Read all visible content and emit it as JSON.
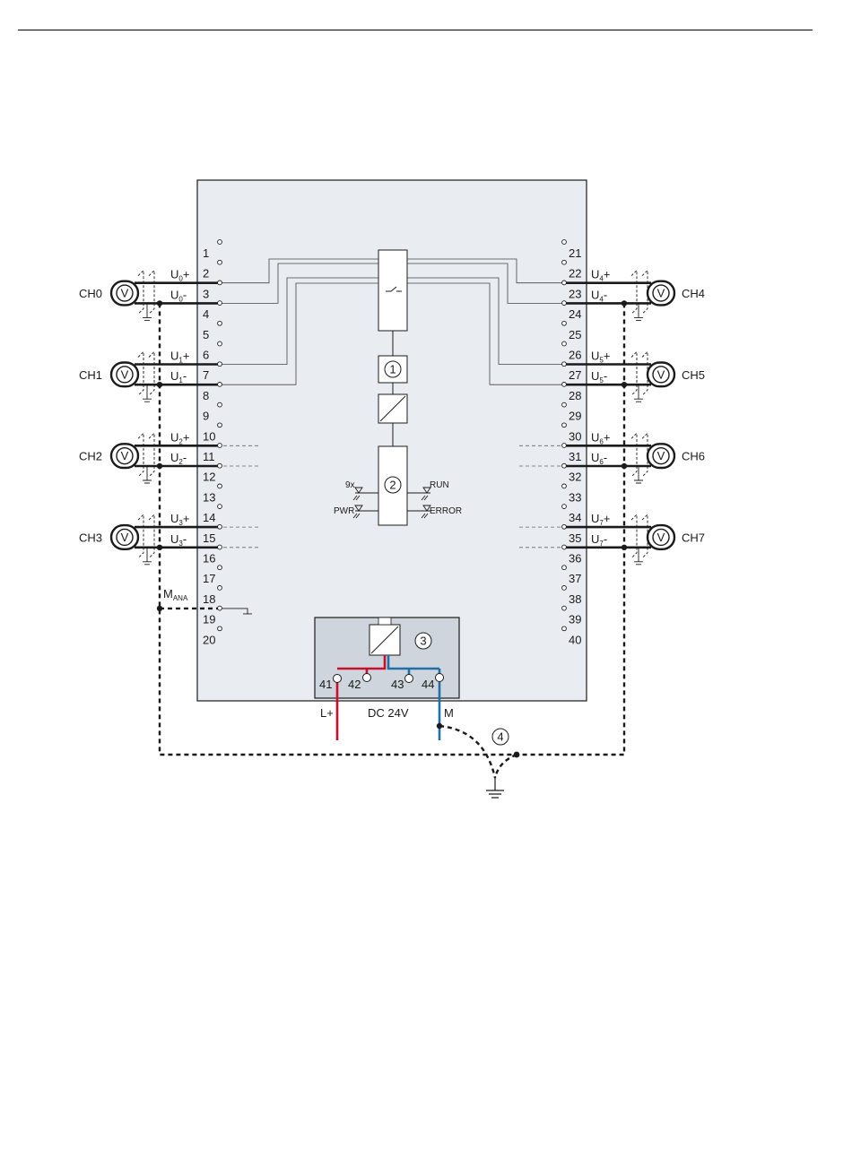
{
  "colors": {
    "module_fill": "#e9edf1",
    "power_fill": "#cfd5dc",
    "lplus_wire": "#c8102e",
    "m_wire": "#1f6fa8",
    "line": "#1a1a1a"
  },
  "terminals_left": [
    "1",
    "2",
    "3",
    "4",
    "5",
    "6",
    "7",
    "8",
    "9",
    "10",
    "11",
    "12",
    "13",
    "14",
    "15",
    "16",
    "17",
    "18",
    "19",
    "20"
  ],
  "terminals_right": [
    "21",
    "22",
    "23",
    "24",
    "25",
    "26",
    "27",
    "28",
    "29",
    "30",
    "31",
    "32",
    "33",
    "34",
    "35",
    "36",
    "37",
    "38",
    "39",
    "40"
  ],
  "channels_left": [
    {
      "name": "CH0",
      "plus": {
        "base": "U",
        "sub": "0",
        "sign": "+"
      },
      "minus": {
        "base": "U",
        "sub": "0",
        "sign": "-"
      }
    },
    {
      "name": "CH1",
      "plus": {
        "base": "U",
        "sub": "1",
        "sign": "+"
      },
      "minus": {
        "base": "U",
        "sub": "1",
        "sign": "-"
      }
    },
    {
      "name": "CH2",
      "plus": {
        "base": "U",
        "sub": "2",
        "sign": "+"
      },
      "minus": {
        "base": "U",
        "sub": "2",
        "sign": "-"
      }
    },
    {
      "name": "CH3",
      "plus": {
        "base": "U",
        "sub": "3",
        "sign": "+"
      },
      "minus": {
        "base": "U",
        "sub": "3",
        "sign": "-"
      }
    }
  ],
  "channels_right": [
    {
      "name": "CH4",
      "plus": {
        "base": "U",
        "sub": "4",
        "sign": "+"
      },
      "minus": {
        "base": "U",
        "sub": "4",
        "sign": "-"
      }
    },
    {
      "name": "CH5",
      "plus": {
        "base": "U",
        "sub": "5",
        "sign": "+"
      },
      "minus": {
        "base": "U",
        "sub": "5",
        "sign": "-"
      }
    },
    {
      "name": "CH6",
      "plus": {
        "base": "U",
        "sub": "6",
        "sign": "+"
      },
      "minus": {
        "base": "U",
        "sub": "6",
        "sign": "-"
      }
    },
    {
      "name": "CH7",
      "plus": {
        "base": "U",
        "sub": "7",
        "sign": "+"
      },
      "minus": {
        "base": "U",
        "sub": "7",
        "sign": "-"
      }
    }
  ],
  "voltmeter_symbol": "V",
  "mana": {
    "base": "M",
    "sub": "ANA"
  },
  "callouts": [
    "1",
    "2",
    "3",
    "4"
  ],
  "leds": {
    "channel_leds": "9x",
    "pwr": "PWR",
    "run": "RUN",
    "error": "ERROR"
  },
  "power": {
    "terminals": [
      "41",
      "42",
      "43",
      "44"
    ],
    "lplus": "L+",
    "supply": "DC 24V",
    "m": "M"
  }
}
